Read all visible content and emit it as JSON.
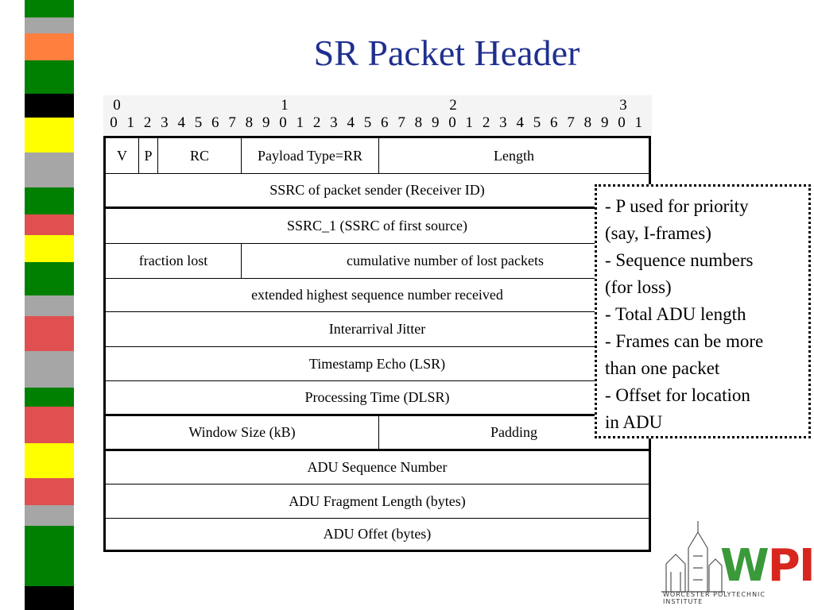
{
  "title": "SR Packet Header",
  "ruler": {
    "tens": [
      "0",
      "1",
      "2",
      "3"
    ],
    "units": [
      "0",
      "1",
      "2",
      "3",
      "4",
      "5",
      "6",
      "7",
      "8",
      "9",
      "0",
      "1",
      "2",
      "3",
      "4",
      "5",
      "6",
      "7",
      "8",
      "9",
      "0",
      "1",
      "2",
      "3",
      "4",
      "5",
      "6",
      "7",
      "8",
      "9",
      "0",
      "1"
    ]
  },
  "packet": {
    "v": "V",
    "p": "P",
    "rc": "RC",
    "payload_type": "Payload Type=RR",
    "length": "Length",
    "ssrc_sender": "SSRC of packet sender (Receiver ID)",
    "ssrc_1": "SSRC_1 (SSRC of first source)",
    "fraction_lost": "fraction lost",
    "cumulative_lost": "cumulative number of lost packets",
    "ext_highest_seq": "extended highest sequence number received",
    "jitter": "Interarrival Jitter",
    "timestamp_echo": "Timestamp Echo (LSR)",
    "processing_time": "Processing Time (DLSR)",
    "window_size": "Window Size (kB)",
    "padding": "Padding",
    "adu_seq": "ADU Sequence Number",
    "adu_frag_len": "ADU Fragment Length (bytes)",
    "adu_offset": "ADU Offet (bytes)"
  },
  "callout": [
    "- P used for priority",
    "(say, I-frames)",
    "- Sequence numbers",
    "(for loss)",
    "- Total ADU length",
    "- Frames can be more",
    "than one packet",
    "- Offset for location",
    "in ADU"
  ],
  "logo": {
    "word": "WPI",
    "subtitle": "WORCESTER POLYTECHNIC INSTITUTE",
    "colors": {
      "green": "#3a9a3a",
      "red": "#d7261e"
    }
  },
  "strip_colors": [
    "#ff7f3f",
    "#008000",
    "#000000",
    "#ffff00",
    "#e05050",
    "#8c8c8c"
  ]
}
